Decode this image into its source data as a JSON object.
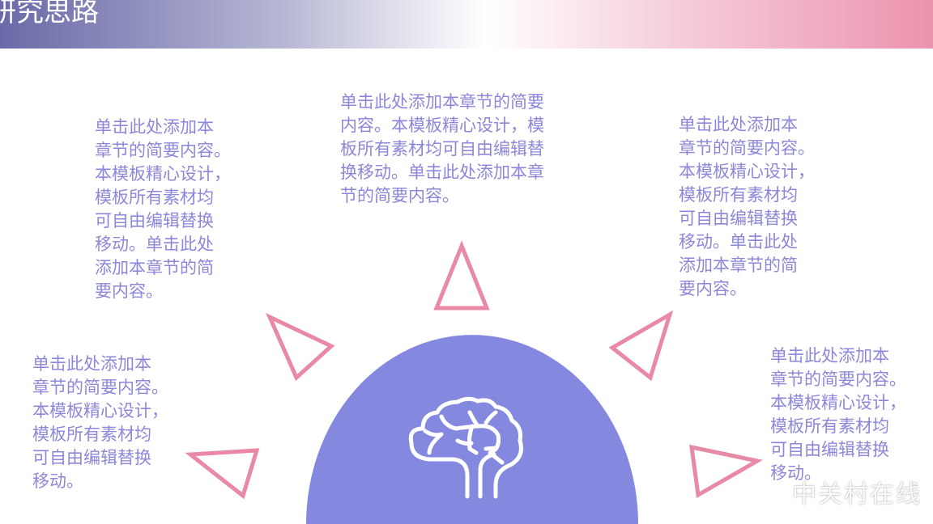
{
  "header": {
    "title": "研究思路"
  },
  "blocks": {
    "top": [
      "单击此处添加本章节的简要",
      "内容。本模板精心设计，模",
      "板所有素材均可自由编辑替",
      "换移动。单击此处添加本章",
      "节的简要内容。"
    ],
    "upper_left": [
      "单击此处添加本",
      "章节的简要内容。",
      "本模板精心设计，",
      "模板所有素材均",
      "可自由编辑替换",
      "移动。单击此处",
      "添加本章节的简",
      "要内容。"
    ],
    "upper_right": [
      "单击此处添加本",
      "章节的简要内容。",
      "本模板精心设计，",
      "模板所有素材均",
      "可自由编辑替换",
      "移动。单击此处",
      "添加本章节的简",
      "要内容。"
    ],
    "lower_left": [
      "单击此处添加本",
      "章节的简要内容。",
      "本模板精心设计，",
      "模板所有素材均",
      "可自由编辑替换",
      "移动。"
    ],
    "lower_right": [
      "单击此处添加本",
      "章节的简要内容。",
      "本模板精心设计，",
      "模板所有素材均",
      "可自由编辑替换",
      "移动。"
    ]
  },
  "center_icon": "brain-icon",
  "watermark": "中关村在线",
  "colors": {
    "accent": "#8489df",
    "triangle": "#e889a5",
    "text": "#8c87d9"
  }
}
